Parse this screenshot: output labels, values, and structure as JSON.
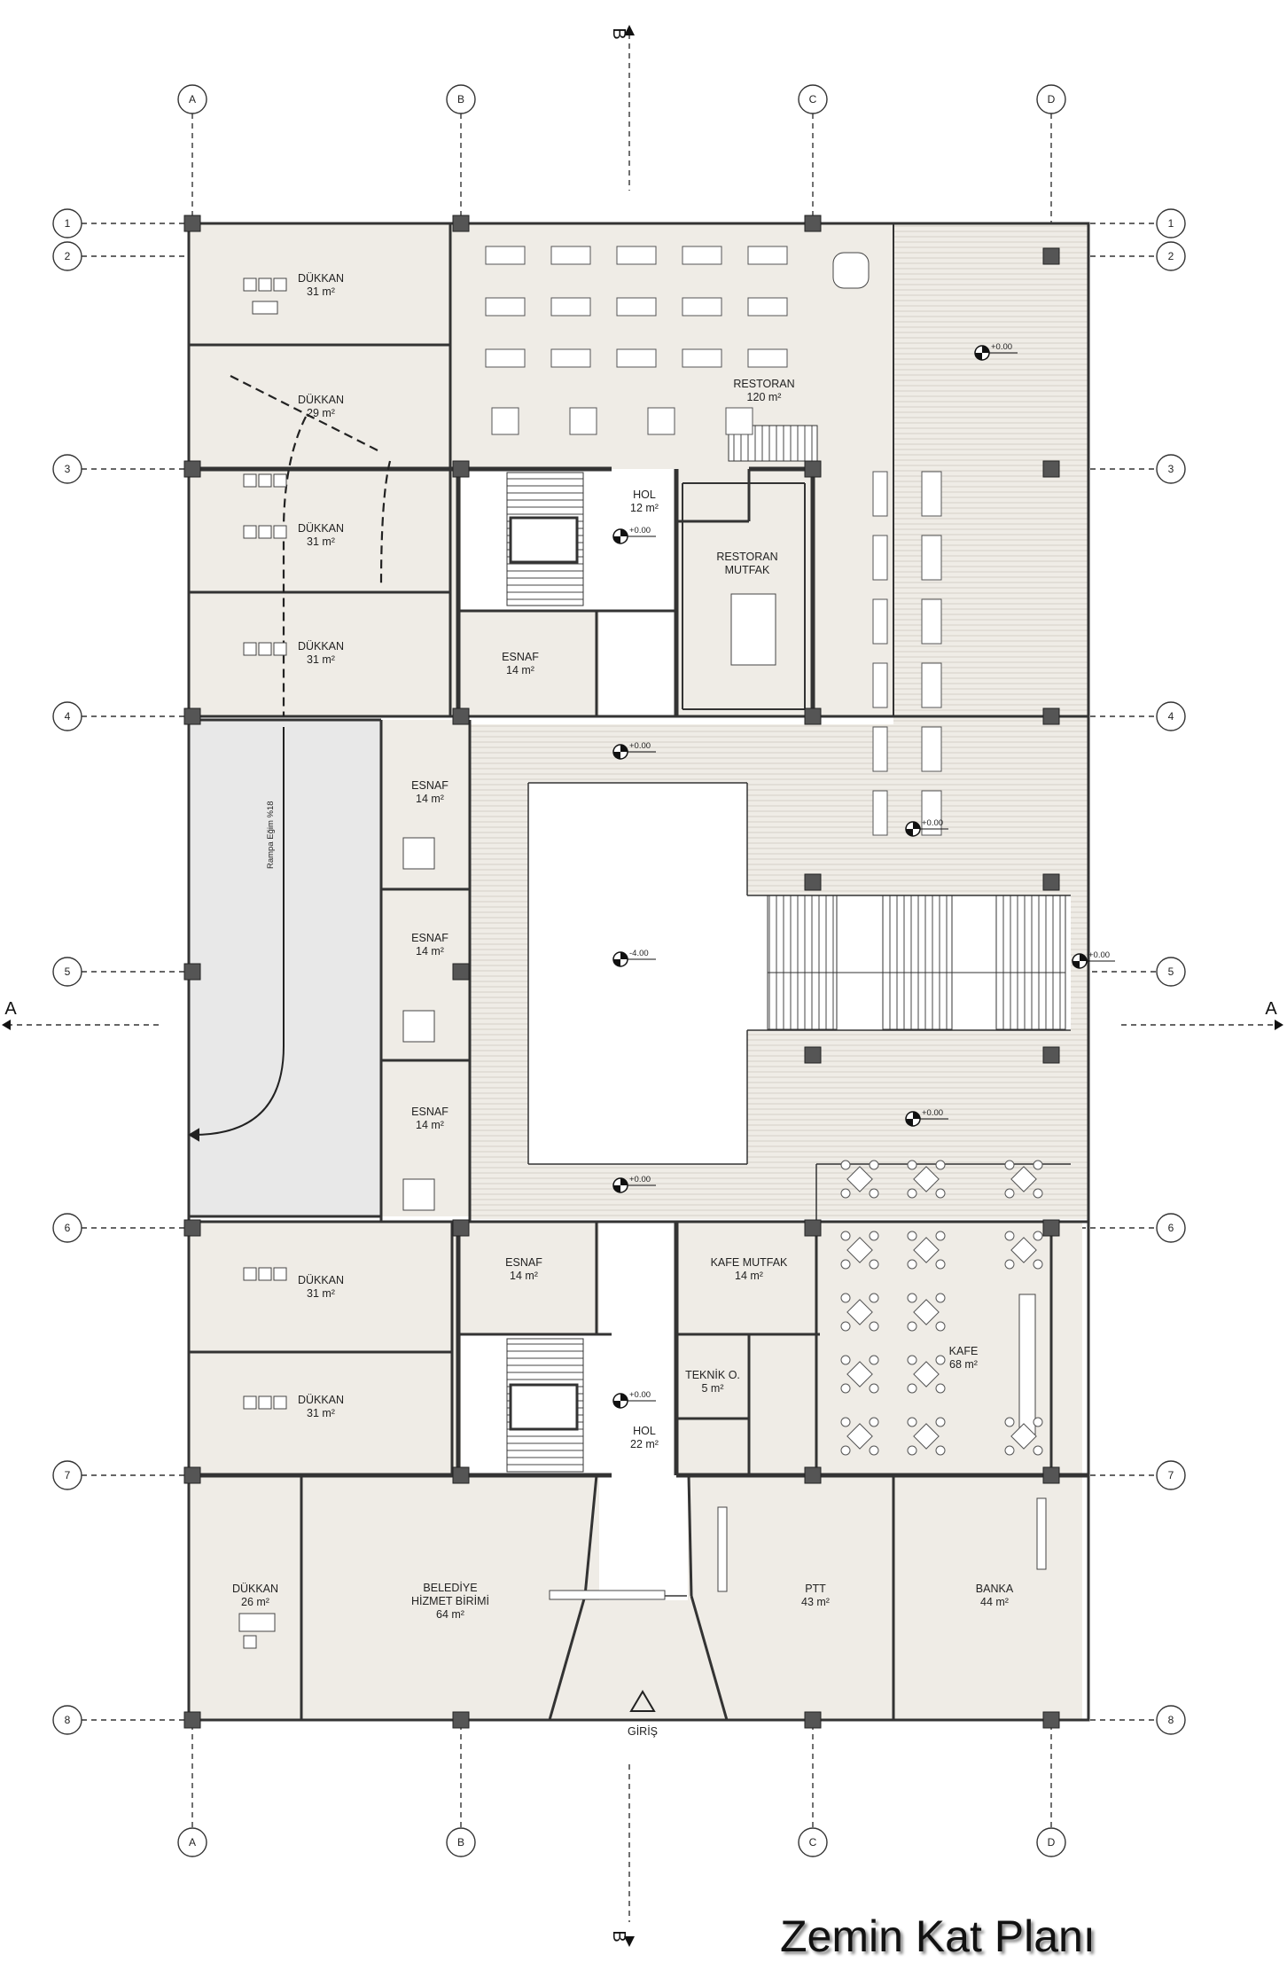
{
  "title": "Zemin Kat Planı",
  "grid": {
    "columns": [
      "A",
      "B",
      "C",
      "D"
    ],
    "rows": [
      "1",
      "2",
      "3",
      "4",
      "5",
      "6",
      "7",
      "8"
    ]
  },
  "sections": {
    "ab": "A",
    "bb": "B"
  },
  "entrance": "GİRİŞ",
  "levels": [
    "+0.00",
    "-4.00",
    "+0.00",
    "+0.00",
    "+0.00",
    "+0.00",
    "+0.00",
    "+0.00",
    "+0.00",
    "+0.00"
  ],
  "ramp_note": "Rampa Eğim %18",
  "rooms": [
    {
      "name": "DÜKKAN",
      "area": "31 m²"
    },
    {
      "name": "DÜKKAN",
      "area": "29 m²"
    },
    {
      "name": "DÜKKAN",
      "area": "31 m²"
    },
    {
      "name": "DÜKKAN",
      "area": "31 m²"
    },
    {
      "name": "RESTORAN",
      "area": "120 m²"
    },
    {
      "name": "HOL",
      "area": "12 m²"
    },
    {
      "name": "RESTORAN MUTFAK",
      "area": ""
    },
    {
      "name": "ESNAF",
      "area": "14 m²"
    },
    {
      "name": "ESNAF",
      "area": "14 m²"
    },
    {
      "name": "ESNAF",
      "area": "14 m²"
    },
    {
      "name": "ESNAF",
      "area": "14 m²"
    },
    {
      "name": "DÜKKAN",
      "area": "31 m²"
    },
    {
      "name": "DÜKKAN",
      "area": "31 m²"
    },
    {
      "name": "ESNAF",
      "area": "14 m²"
    },
    {
      "name": "KAFE MUTFAK",
      "area": "14 m²"
    },
    {
      "name": "TEKNİK O.",
      "area": "5 m²"
    },
    {
      "name": "HOL",
      "area": "22 m²"
    },
    {
      "name": "KAFE",
      "area": "68 m²"
    },
    {
      "name": "DÜKKAN",
      "area": "26 m²"
    },
    {
      "name": "BELEDİYE HİZMET BİRİMİ",
      "area": "64 m²"
    },
    {
      "name": "PTT",
      "area": "43 m²"
    },
    {
      "name": "BANKA",
      "area": "44 m²"
    }
  ]
}
